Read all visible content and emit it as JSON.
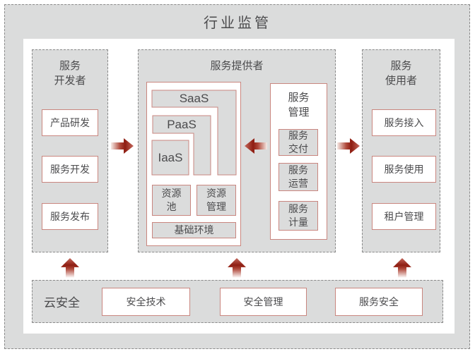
{
  "title": "行业监管",
  "developer": {
    "title": "服务\n开发者",
    "items": [
      "产品研发",
      "服务开发",
      "服务发布"
    ]
  },
  "provider": {
    "title": "服务提供者",
    "stack": {
      "saas": "SaaS",
      "paas": "PaaS",
      "iaas": "IaaS",
      "resource_pool": "资源\n池",
      "resource_mgmt": "资源\n管理",
      "base_env": "基础环境"
    },
    "management": {
      "title": "服务\n管理",
      "items": [
        "服务\n交付",
        "服务\n运营",
        "服务\n计量"
      ]
    }
  },
  "consumer": {
    "title": "服务\n使用者",
    "items": [
      "服务接入",
      "服务使用",
      "租户管理"
    ]
  },
  "security": {
    "label": "云安全",
    "items": [
      "安全技术",
      "安全管理",
      "服务安全"
    ]
  },
  "icons": {
    "arrow_right": "right-arrow",
    "arrow_left": "left-arrow",
    "arrow_up": "up-arrow"
  },
  "colors": {
    "background_gray": "#dbdcdc",
    "dashed_border": "#8a8a8a",
    "box_border_red": "#c9867f",
    "arrow_dark_red": "#8e1d12",
    "text": "#4b4b4d"
  }
}
